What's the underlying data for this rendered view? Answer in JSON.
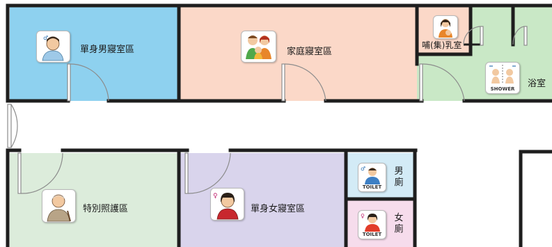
{
  "rooms": {
    "single_male": "單身男寢室區",
    "family": "家庭寢室區",
    "nursing": "哺(集)乳室",
    "bathroom": "浴室",
    "special_care": "特別照護區",
    "single_female": "單身女寢室區",
    "male_toilet": "男廁",
    "female_toilet": "女廁"
  },
  "icon_captions": {
    "shower": "SHOWER",
    "toilet_male": "TOILET",
    "toilet_female": "TOILET"
  },
  "colors": {
    "wall": "#1e1e1e",
    "door": "#8c8c8c",
    "single_male_fill": "#8ed1ef",
    "family_fill": "#fbd8c8",
    "nursing_fill": "#fbd8c8",
    "bath_fill": "#c9e8c6",
    "special_care_fill": "#dcecdb",
    "single_female_fill": "#d9d4ec",
    "male_toilet_fill": "#d3ebf6",
    "female_toilet_fill": "#f6dcec"
  }
}
